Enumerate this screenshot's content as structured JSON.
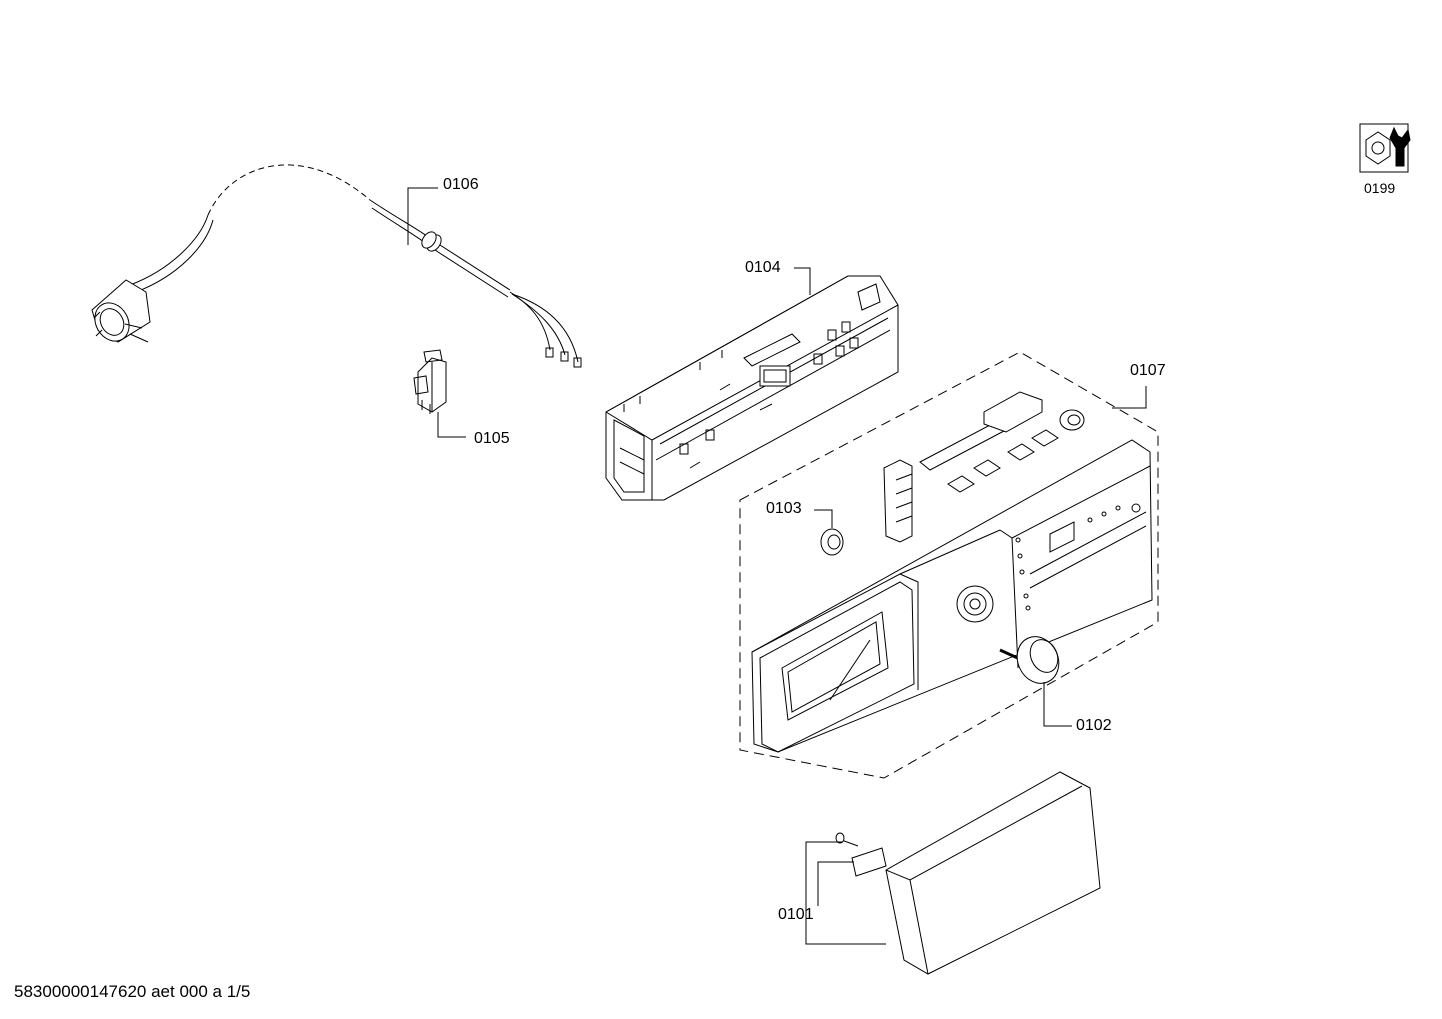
{
  "parts": [
    {
      "id": "0101",
      "label": "0101"
    },
    {
      "id": "0102",
      "label": "0102"
    },
    {
      "id": "0103",
      "label": "0103"
    },
    {
      "id": "0104",
      "label": "0104"
    },
    {
      "id": "0105",
      "label": "0105"
    },
    {
      "id": "0106",
      "label": "0106"
    },
    {
      "id": "0107",
      "label": "0107"
    }
  ],
  "service_icon": {
    "label": "0199",
    "icon": "wrench-nut-icon"
  },
  "footer": {
    "doc_ref": "58300000147620 aet 000 a 1/5"
  }
}
